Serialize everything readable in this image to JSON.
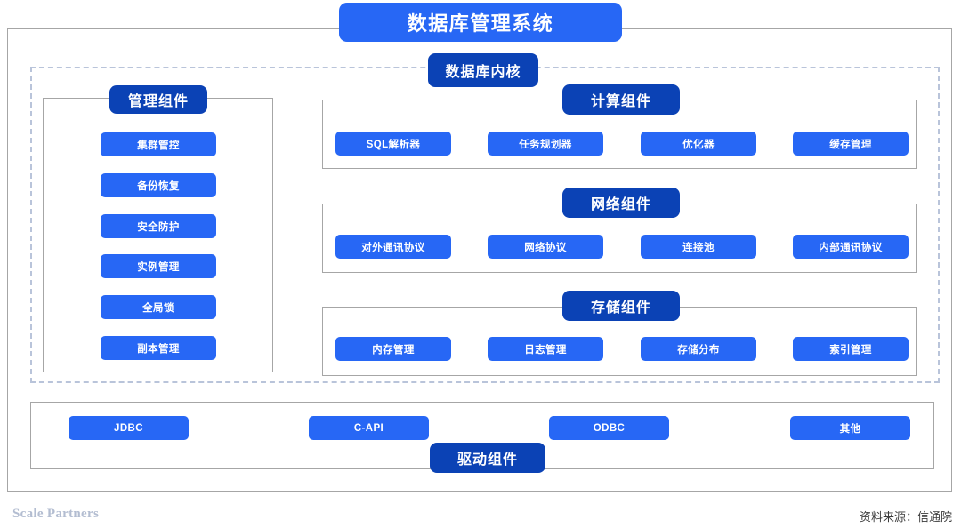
{
  "title": "数据库管理系统",
  "kernel": {
    "label": "数据库内核"
  },
  "sections": {
    "management": {
      "label": "管理组件",
      "items": [
        {
          "label": "集群管控"
        },
        {
          "label": "备份恢复"
        },
        {
          "label": "安全防护"
        },
        {
          "label": "实例管理"
        },
        {
          "label": "全局锁"
        },
        {
          "label": "副本管理"
        }
      ]
    },
    "compute": {
      "label": "计算组件",
      "items": [
        {
          "label": "SQL解析器"
        },
        {
          "label": "任务规划器"
        },
        {
          "label": "优化器"
        },
        {
          "label": "缓存管理"
        }
      ]
    },
    "network": {
      "label": "网络组件",
      "items": [
        {
          "label": "对外通讯协议"
        },
        {
          "label": "网络协议"
        },
        {
          "label": "连接池"
        },
        {
          "label": "内部通讯协议"
        }
      ]
    },
    "storage": {
      "label": "存储组件",
      "items": [
        {
          "label": "内存管理"
        },
        {
          "label": "日志管理"
        },
        {
          "label": "存储分布"
        },
        {
          "label": "索引管理"
        }
      ]
    },
    "driver": {
      "label": "驱动组件",
      "items": [
        {
          "label": "JDBC"
        },
        {
          "label": "C-API"
        },
        {
          "label": "ODBC"
        },
        {
          "label": "其他"
        }
      ]
    }
  },
  "footer": {
    "left": "Scale Partners",
    "right": "资料来源：信通院"
  },
  "colors": {
    "accent_bright": "#2767f5",
    "accent_dark": "#0b42b5",
    "frame": "#a6a6a6",
    "dashed": "#b9c4da",
    "footer_left_text": "#b3bdd1"
  }
}
